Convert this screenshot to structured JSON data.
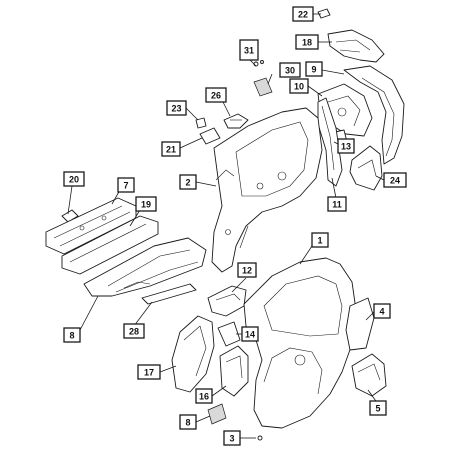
{
  "diagram": {
    "callouts": [
      {
        "id": "c1",
        "label": "1"
      },
      {
        "id": "c2",
        "label": "2"
      },
      {
        "id": "c3",
        "label": "3"
      },
      {
        "id": "c4",
        "label": "4"
      },
      {
        "id": "c5",
        "label": "5"
      },
      {
        "id": "c7",
        "label": "7"
      },
      {
        "id": "c8a",
        "label": "8"
      },
      {
        "id": "c8b",
        "label": "8"
      },
      {
        "id": "c9",
        "label": "9"
      },
      {
        "id": "c10",
        "label": "10"
      },
      {
        "id": "c11",
        "label": "11"
      },
      {
        "id": "c12",
        "label": "12"
      },
      {
        "id": "c13",
        "label": "13"
      },
      {
        "id": "c14",
        "label": "14"
      },
      {
        "id": "c16",
        "label": "16"
      },
      {
        "id": "c17",
        "label": "17"
      },
      {
        "id": "c18",
        "label": "18"
      },
      {
        "id": "c19",
        "label": "19"
      },
      {
        "id": "c20",
        "label": "20"
      },
      {
        "id": "c21",
        "label": "21"
      },
      {
        "id": "c22",
        "label": "22"
      },
      {
        "id": "c23",
        "label": "23"
      },
      {
        "id": "c24",
        "label": "24"
      },
      {
        "id": "c26",
        "label": "26"
      },
      {
        "id": "c28",
        "label": "28"
      },
      {
        "id": "c30",
        "label": "30"
      },
      {
        "id": "c31",
        "label": "31"
      }
    ]
  },
  "colors": {
    "line": "#1a1a1a",
    "background": "#ffffff",
    "shade": "#d9d9d9"
  }
}
